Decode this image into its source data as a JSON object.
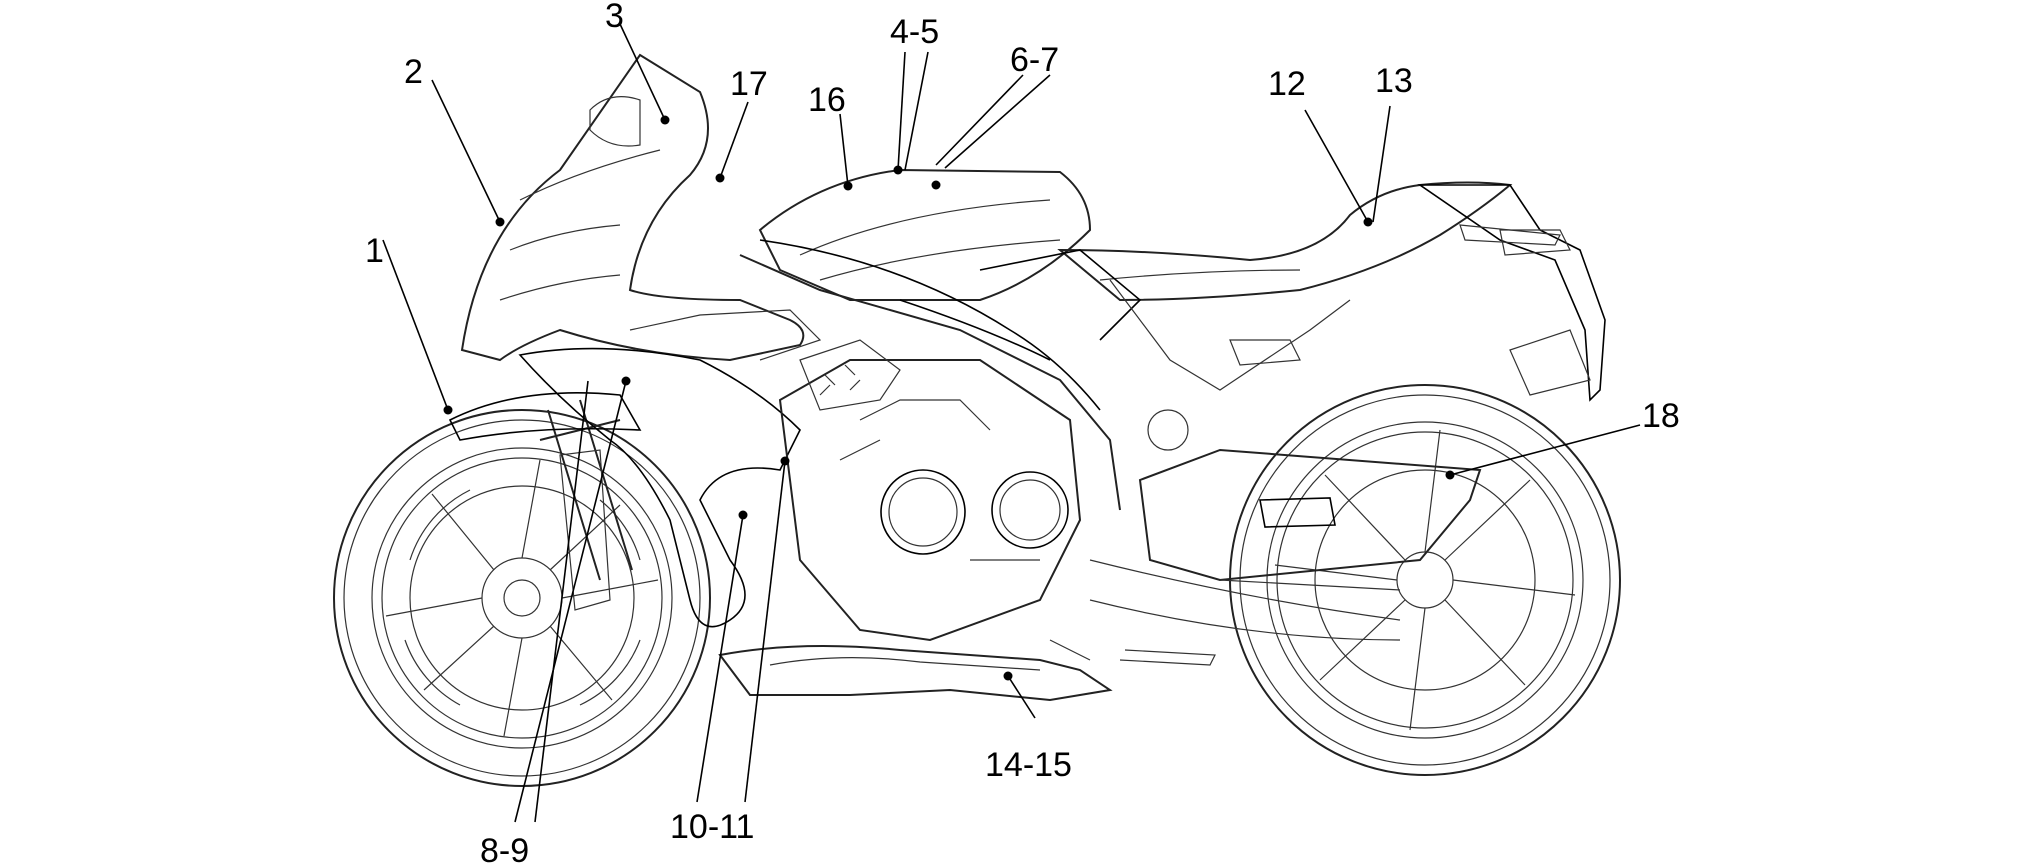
{
  "labels": {
    "l1": "1",
    "l2": "2",
    "l3": "3",
    "l4_5": "4-5",
    "l6_7": "6-7",
    "l8_9": "8-9",
    "l10_11": "10-11",
    "l12": "12",
    "l13": "13",
    "l14_15": "14-15",
    "l16": "16",
    "l17": "17",
    "l18": "18"
  }
}
